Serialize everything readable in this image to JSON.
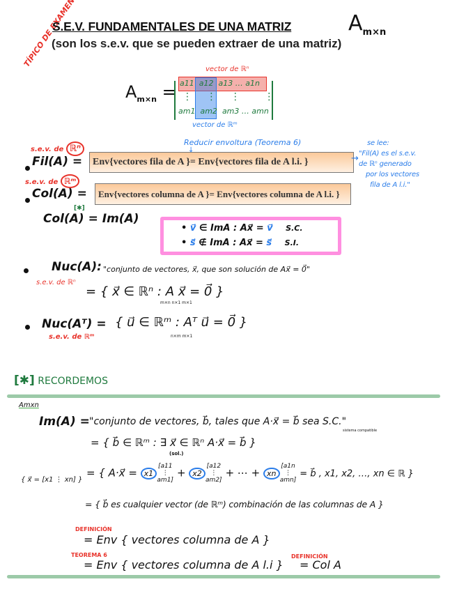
{
  "stamp": "TÍPICO DE EXAMEN",
  "header": {
    "title": "S.E.V. FUNDAMENTALES DE UNA MATRIZ",
    "title_matrix": "A",
    "title_matrix_sub": "m×n",
    "subtitle": "(son los s.e.v. que se pueden extraer de una matriz)"
  },
  "matrix": {
    "lhs": "A",
    "lhs_sub": "m×n",
    "row_label": "vector de ℝⁿ",
    "col_label": "vector de ℝᵐ",
    "row1": [
      "a11",
      "a12",
      "a13 … a1n"
    ],
    "dots": "⋮",
    "rowm": [
      "am1",
      "am2",
      "am3 … amn"
    ]
  },
  "fil": {
    "sev_label": "s.e.v. de",
    "space": "ℝⁿ",
    "lhs": "Fil(A) =",
    "box_text": "Env{vectores fila de  A }= Env{vectores fila de  A  l.i. }",
    "reduce_note": "Reducir envoltura (Teorema 6)",
    "reading": [
      "se lee:",
      "\"Fil(A) es el s.e.v.",
      "de ℝⁿ generado",
      "por los vectores",
      "fila de A l.i.\""
    ]
  },
  "col": {
    "sev_label": "s.e.v. de",
    "space": "ℝᵐ",
    "lhs": "Col(A) =",
    "box_text": "Env{vectores columna de  A }= Env{vectores columna de  A  l.i. }",
    "eq_im": "Col(A) = Im(A)",
    "star": "[✱]"
  },
  "pink_box": {
    "line1_vec": "v⃗",
    "line1": " ∈ ImA :  Ax⃗ = ",
    "line1_status": "S.C.",
    "line2_vec": "s⃗",
    "line2": " ∉ ImA :  Ax⃗ = ",
    "line2_status": "S.I."
  },
  "nuc": {
    "lhs": "Nuc(A):",
    "desc": "\"conjunto de vectores, x⃗, que son solución de  Ax⃗ = 0⃗\"",
    "sev_label": "s.e.v. de ℝⁿ",
    "set": "= { x⃗ ∈ ℝⁿ :  A x⃗ = 0⃗ }",
    "subs": "m×n  n×1   m×1"
  },
  "nuct": {
    "lhs": "Nuc(Aᵀ) =",
    "sev_label": "s.e.v. de ℝᵐ",
    "set": "{ u⃗ ∈ ℝᵐ :  Aᵀ u⃗ = 0⃗ }",
    "subs": "n×m  m×1"
  },
  "recordemos": {
    "star": "[✱]",
    "label": "RECORDEMOS",
    "amxn": "Amxn",
    "im_lhs": "Im(A) =",
    "im_desc": "\"conjunto de vectores, b⃗, tales que A·x⃗ = b⃗ sea  S.C.\"",
    "sc_note": "sistema compatible",
    "line2": "= { b⃗ ∈ ℝᵐ  :  ∃ x⃗ ∈ ℝⁿ    A·x⃗ = b⃗ }",
    "sol_note": "(sol.)",
    "x_def": "{ x⃗ = [x1 ⋮ xn] }",
    "line3_start": "= { A·x⃗ =",
    "coefs": [
      "x1",
      "x2",
      "xn"
    ],
    "cols": [
      "[a11 ⋮ am1]",
      "[a12 ⋮ am2]",
      "[a1n ⋮ amn]"
    ],
    "line3_end": "= b⃗ ,   x1, x2, …, xn ∈ ℝ }",
    "line4": "= { b⃗ es cualquier vector (de ℝᵐ) combinación de las columnas de A }",
    "def_label": "DEFINICIÓN",
    "line5": "= Env { vectores columna de A }",
    "teo_label": "TEOREMA 6",
    "line6": "= Env { vectores columna de A l.i }",
    "def_label2": "DEFINICIÓN",
    "line6_end": "= Col A"
  },
  "colors": {
    "red": "#e8322a",
    "blue": "#2b7de9",
    "green": "#1f7a3e",
    "pink": "#ff8fe0",
    "orange": "#fbc99a",
    "divider": "#9ccaa8"
  }
}
